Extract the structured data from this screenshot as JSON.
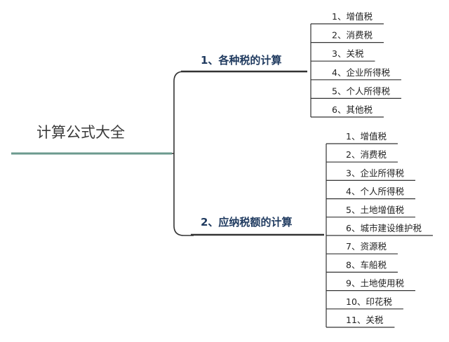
{
  "colors": {
    "root_line": "#6b9a8e",
    "branch_line": "#333333",
    "leaf_line": "#333333",
    "branch_text": "#1f3a5f",
    "root_text": "#3a3a3a"
  },
  "mindmap": {
    "root": {
      "label": "计算公式大全"
    },
    "branches": [
      {
        "label": "1、各种税的计算",
        "children": [
          "1、增值税",
          "2、消费税",
          "3、关税",
          "4、企业所得税",
          "5、个人所得税",
          "6、其他税"
        ]
      },
      {
        "label": "2、应纳税额的计算",
        "children": [
          "1、增值税",
          "2、消费税",
          "3、企业所得税",
          "4、个人所得税",
          "5、土地增值税",
          "6、城市建设维护税",
          "7、资源税",
          "8、车船税",
          "9、土地使用税",
          "10、印花税",
          "11、关税"
        ]
      }
    ]
  }
}
